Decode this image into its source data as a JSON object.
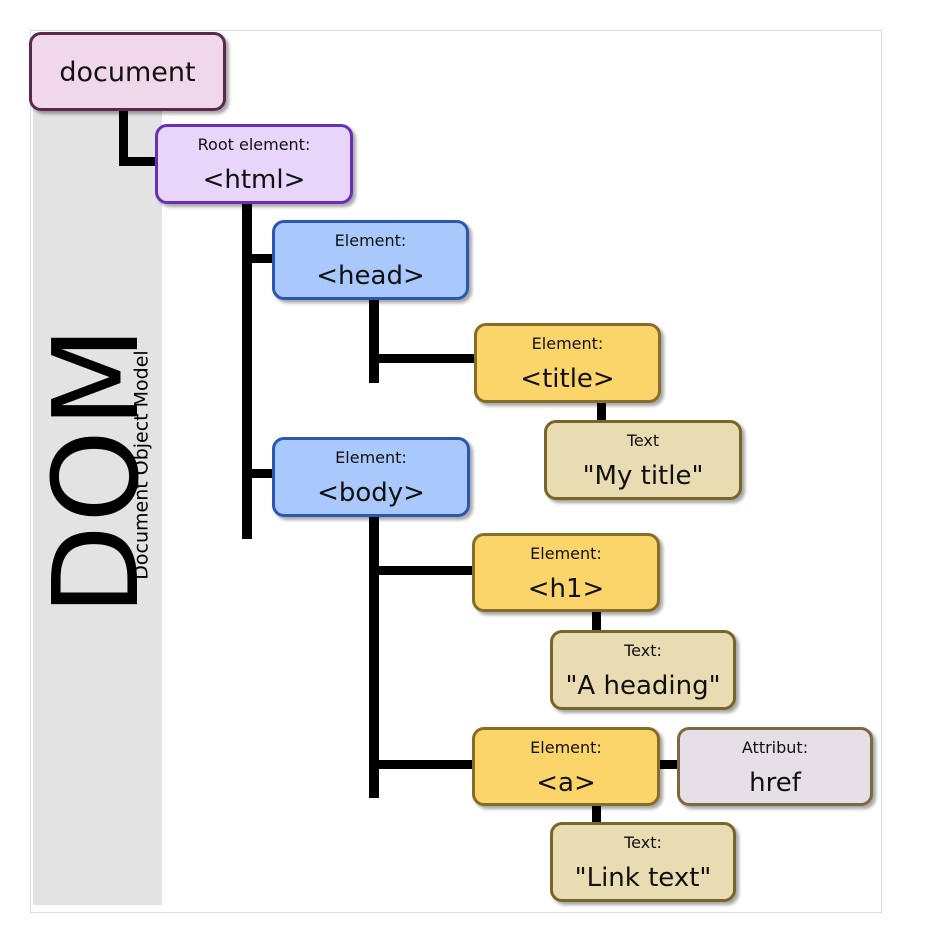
{
  "sidebar": {
    "acronym": "DOM",
    "full_name": "Document Object Model"
  },
  "colors": {
    "document_fill": "#f0d8ea",
    "document_border": "#5a2a4e",
    "root_fill": "#e7d6fa",
    "root_border": "#6a2fb8",
    "element_fill": "#a9c8fb",
    "element_border": "#2c57b0",
    "leaf_element_fill": "#fbd569",
    "leaf_element_border": "#876d2a",
    "text_fill": "#e9dcb2",
    "text_border": "#7a6528",
    "attr_fill": "#e6dfe8",
    "attr_border": "#7a6a42",
    "connector": "#000000",
    "sidebar_bg": "#e3e3e3"
  },
  "nodes": {
    "document": {
      "tag": "document"
    },
    "html": {
      "kind": "Root element:",
      "tag": "<html>"
    },
    "head": {
      "kind": "Element:",
      "tag": "<head>"
    },
    "title": {
      "kind": "Element:",
      "tag": "<title>"
    },
    "title_text": {
      "kind": "Text",
      "tag": "\"My title\""
    },
    "body": {
      "kind": "Element:",
      "tag": "<body>"
    },
    "h1": {
      "kind": "Element:",
      "tag": "<h1>"
    },
    "h1_text": {
      "kind": "Text:",
      "tag": "\"A heading\""
    },
    "a": {
      "kind": "Element:",
      "tag": "<a>"
    },
    "a_attr": {
      "kind": "Attribut:",
      "tag": "href"
    },
    "a_text": {
      "kind": "Text:",
      "tag": "\"Link text\""
    }
  }
}
